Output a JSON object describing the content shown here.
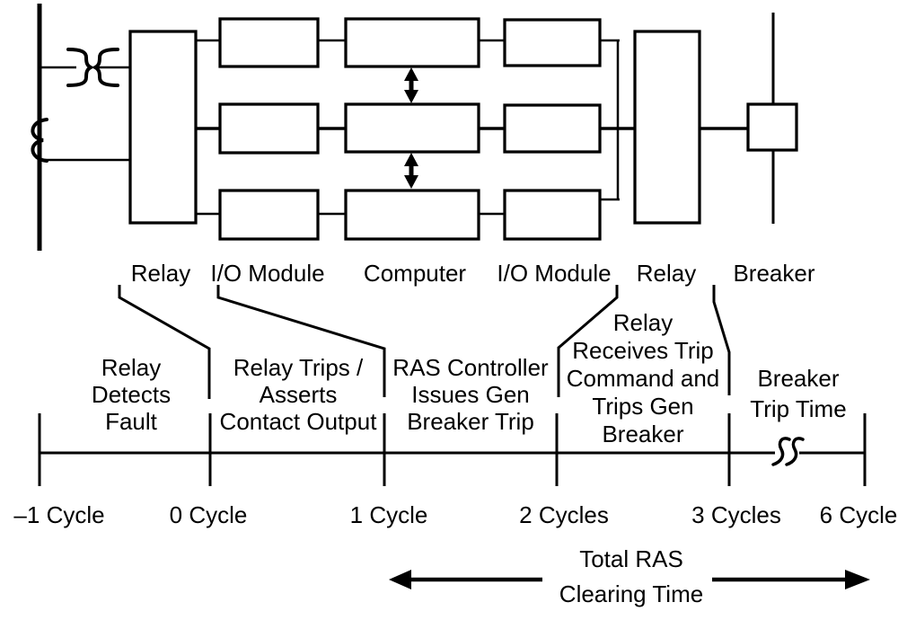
{
  "diagram_title": "RAS relay-to-breaker trip timing diagram",
  "components": {
    "labels": [
      "Relay",
      "I/O Module",
      "Computer",
      "I/O Module",
      "Relay",
      "Breaker"
    ]
  },
  "icons": {
    "pt_symbol": "voltage-transformer-icon",
    "ct_symbol": "current-transformer-icon",
    "updown_arrows": "updown-arrow-icon",
    "axis_break": "axis-break-icon",
    "span_arrow": "left-right-arrow-icon"
  },
  "timeline": {
    "segments": [
      {
        "lines": [
          "Relay",
          "Detects",
          "Fault"
        ]
      },
      {
        "lines": [
          "Relay Trips /",
          "Asserts",
          "Contact Output"
        ]
      },
      {
        "lines": [
          "RAS Controller",
          "Issues Gen",
          "Breaker Trip"
        ]
      },
      {
        "lines": [
          "Relay",
          "Receives Trip",
          "Command and",
          "Trips Gen",
          "Breaker"
        ]
      },
      {
        "lines": [
          "Breaker",
          "Trip Time"
        ]
      }
    ],
    "tick_labels": [
      "–1 Cycle",
      "0 Cycle",
      "1 Cycle",
      "2 Cycles",
      "3 Cycles",
      "6 Cycle"
    ],
    "total": {
      "lines": [
        "Total RAS",
        "Clearing Time"
      ]
    }
  },
  "colors": {
    "ink": "#000000",
    "background": "#ffffff"
  }
}
